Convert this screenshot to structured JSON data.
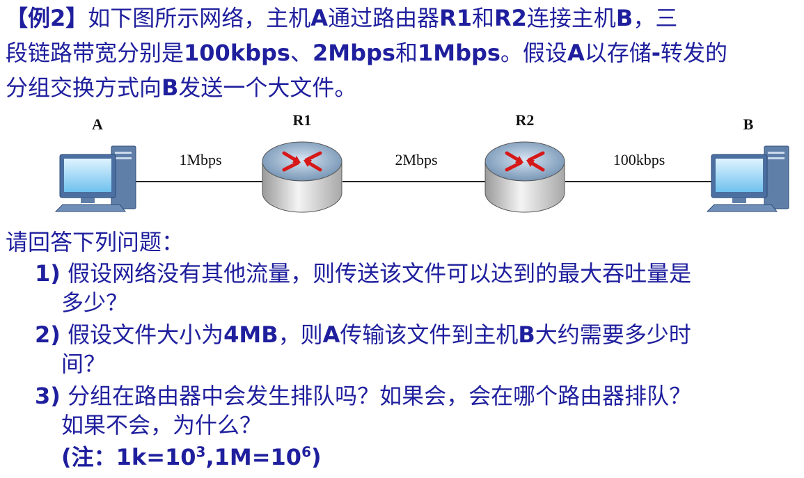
{
  "problem": {
    "tag": "【例2】",
    "line1": {
      "t1": "如下图所示网络，主机",
      "A": "A",
      "t2": "通过路由器",
      "R1": "R1",
      "t3": "和",
      "R2": "R2",
      "t4": "连接主机",
      "B": "B",
      "t5": "，三"
    },
    "line2": {
      "t1": "段链路带宽分别是",
      "r1": "100kbps",
      "t2": "、",
      "r2": "2Mbps",
      "t3": "和",
      "r3": "1Mbps",
      "t4": "。假设",
      "A": "A",
      "t5": "以存储",
      "dash": "-",
      "t6": "转发的"
    },
    "line3": {
      "t1": "分组交换方式向",
      "B": "B",
      "t2": "发送一个大文件。"
    }
  },
  "diagram": {
    "node_a": "A",
    "node_r1": "R1",
    "node_r2": "R2",
    "node_b": "B",
    "link_a_r1": "1Mbps",
    "link_r1_r2": "2Mbps",
    "link_r2_b": "100kbps"
  },
  "questions": {
    "heading": "请回答下列问题：",
    "q1": {
      "num": "1)",
      "line1": "假设网络没有其他流量，则传送该文件可以达到的最大吞吐量是",
      "line2": "多少？"
    },
    "q2": {
      "num": "2)",
      "t1": "假设文件大小为",
      "size": "4MB",
      "t2": "，则",
      "A": "A",
      "t3": "传输该文件到主机",
      "B": "B",
      "t4": "大约需要多少时",
      "line2": "间？"
    },
    "q3": {
      "num": "3)",
      "line1": "分组在路由器中会发生排队吗？如果会，会在哪个路由器排队？",
      "line2": "如果不会，为什么？"
    },
    "note": {
      "open": "(注：",
      "k": "1k=10",
      "k_exp": "3",
      "sep": ",",
      "m": "1M=10",
      "m_exp": "6",
      "close": ")"
    }
  }
}
